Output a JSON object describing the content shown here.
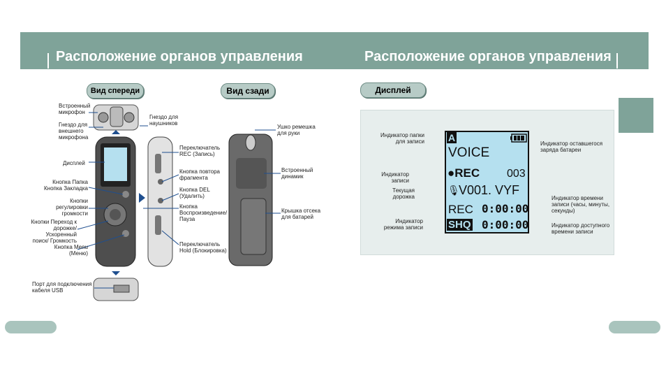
{
  "header": {
    "title_left": "Расположение органов управления",
    "title_right": "Расположение органов управления"
  },
  "buttons": {
    "front_view": "Вид спереди",
    "back_view": "Вид сзади",
    "display": "Дисплей"
  },
  "front_labels": {
    "builtin_mic": "Встроенный\nмикрофон",
    "ext_mic_jack": "Гнездо для\nвнешнего\nмикрофона",
    "headphone_jack": "Гнездо для\nнаушников",
    "display": "Дисплей",
    "folder_button": "Кнопка Папка\nКнопка Закладка",
    "volume_buttons": "Кнопки\nрегулировки\nгромкости",
    "track_buttons": "Кнопки Переход к\nдорожке/ Ускоренный\nпоиск/ Громкость",
    "menu_button": "Кнопка Menu\n(Меню)",
    "usb_port": "Порт для подключения\nкабеля USB"
  },
  "side_labels": {
    "rec_switch": "Переключатель\nREC (Запись)",
    "repeat_button": "Кнопка повтора\nфрагмента",
    "del_button": "Кнопка DEL\n(Удалить)",
    "play_button": "Кнопка\nВоспроизведение/\nПауза",
    "hold_switch": "Переключатель\nHold (Блокировка)"
  },
  "back_labels": {
    "strap_loop": "Ушко ремешка\nдля руки",
    "speaker": "Встроенный\nдинамик",
    "battery_cover": "Крышка отсека\nдля батарей"
  },
  "display_labels": {
    "folder_indicator": "Индикатор папки\nдля записи",
    "rec_indicator": "Индикатор записи",
    "current_track": "Текущая дорожка",
    "rec_mode_indicator": "Индикатор\nрежима записи",
    "battery_indicator": "Индикатор оставшегося\nзаряда батареи",
    "time_indicator": "Индикатор времени\nзаписи (часы, минуты,\nсекунды)",
    "remaining_time": "Индикатор доступного\nвремени записи"
  },
  "lcd": {
    "folder": "A",
    "voice": "VOICE",
    "rec": "●REC",
    "track_no": "003",
    "file": "V001. VYF",
    "rec_text": "REC",
    "time1": "0:00:00",
    "mode": "SHQ",
    "time2": "0:00:00"
  },
  "colors": {
    "header": "#7fa399",
    "button": "#b7cbc6",
    "lcd": "#b5e0ef",
    "panel": "#e7eeed"
  }
}
